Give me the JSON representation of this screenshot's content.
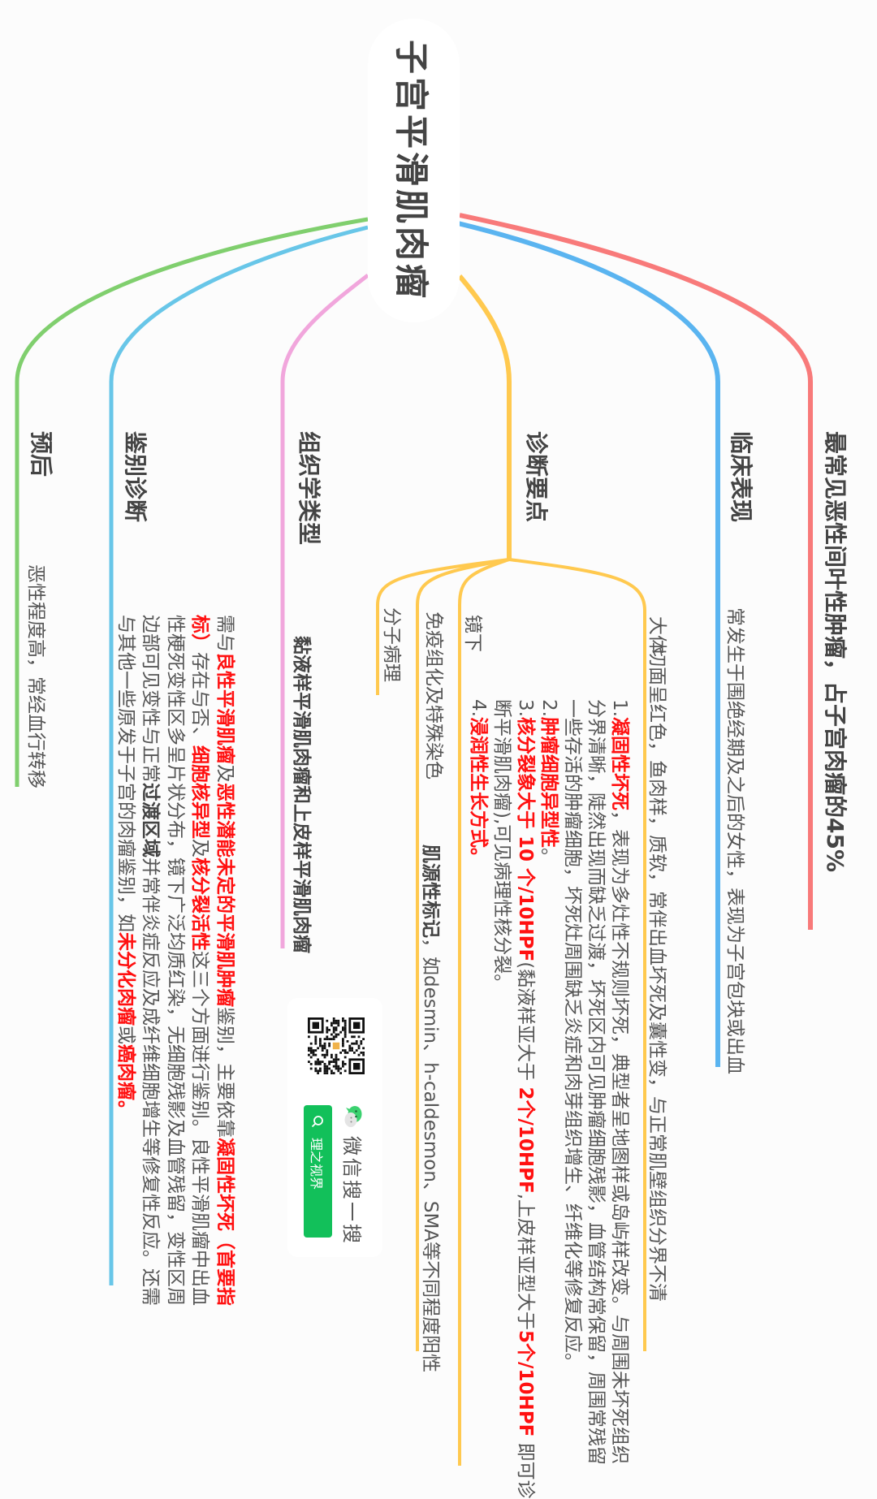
{
  "colors": {
    "red": "#f87a7a",
    "blue": "#5ab4f0",
    "yellow": "#ffc94f",
    "pink": "#f1a6dc",
    "light_blue": "#68c6e8",
    "green": "#80cf6e",
    "highlight": "#ff1010",
    "wechat_green": "#12c05a"
  },
  "root": {
    "title": "子宫平滑肌肉瘤"
  },
  "branches": {
    "incidence": {
      "label": "最常见恶性间叶性肿瘤，占子宫肉瘤的45%"
    },
    "clinical": {
      "label": "临床表现",
      "detail": "常发生于围绝经期及之后的女性，表现为子宫包块或出血"
    },
    "diagnosis": {
      "label": "诊断要点",
      "gross": {
        "label": "大体",
        "detail": "切面呈红色，鱼肉样，质软，常伴出血坏死及囊性变，与正常肌壁组织分界不清"
      },
      "micro": {
        "label": "镜下",
        "lines": [
          [
            {
              "s": "g",
              "t": "1."
            },
            {
              "s": "r",
              "t": "凝固性坏死"
            },
            {
              "s": "g",
              "t": "，表现为多灶性不规则坏死，典型者呈地图样或岛屿样改变。与周围未坏死组织"
            }
          ],
          [
            {
              "s": "g",
              "t": "分界清晰，陡然出现而缺乏过渡，坏死区内可见肿瘤细胞残影，血管结构常保留，周围常残留"
            }
          ],
          [
            {
              "s": "g",
              "t": "一些存活的肿瘤细胞，坏死灶周围缺乏炎症和肉芽组织增生、纤维化等修复反应。"
            }
          ],
          [
            {
              "s": "g",
              "t": "2."
            },
            {
              "s": "r",
              "t": "肿瘤细胞异型性"
            },
            {
              "s": "g",
              "t": "。"
            }
          ],
          [
            {
              "s": "g",
              "t": "3."
            },
            {
              "s": "r",
              "t": "核分裂象大于 10 个/10HPF"
            },
            {
              "s": "g",
              "t": "(黏液样亚大于 "
            },
            {
              "s": "r",
              "t": "2个/10HPF"
            },
            {
              "s": "g",
              "t": ",上皮样亚型大于"
            },
            {
              "s": "r",
              "t": "5个/10HPF"
            },
            {
              "s": "g",
              "t": " 即可诊"
            }
          ],
          [
            {
              "s": "g",
              "t": "断平滑肌肉瘤),可见病理性核分裂。"
            }
          ],
          [
            {
              "s": "g",
              "t": "4."
            },
            {
              "s": "r",
              "t": "浸润性生长方式。"
            }
          ]
        ]
      },
      "ihc": {
        "label": "免疫组化及特殊染色",
        "lines": [
          [
            {
              "s": "b",
              "t": "肌源性标记"
            },
            {
              "s": "g",
              "t": "，如desmin、h-caldesmon、SMA等不同程度阳性"
            }
          ]
        ]
      },
      "molecular": {
        "label": "分子病理"
      }
    },
    "histology": {
      "label": "组织学类型",
      "detail": "黏液样平滑肌肉瘤和上皮样平滑肌肉瘤"
    },
    "differential": {
      "label": "鉴别诊断",
      "lines": [
        [
          {
            "s": "g",
            "t": "需与"
          },
          {
            "s": "r",
            "t": "良性平滑肌瘤"
          },
          {
            "s": "g",
            "t": "及"
          },
          {
            "s": "r",
            "t": "恶性潜能未定的平滑肌肿瘤"
          },
          {
            "s": "g",
            "t": "鉴别，主要依靠"
          },
          {
            "s": "r",
            "t": "凝固性坏死（首要指"
          }
        ],
        [
          {
            "s": "r",
            "t": "标）"
          },
          {
            "s": "g",
            "t": "存在与否、"
          },
          {
            "s": "r",
            "t": "细胞核异型"
          },
          {
            "s": "g",
            "t": "及"
          },
          {
            "s": "r",
            "t": "核分裂活性"
          },
          {
            "s": "g",
            "t": "这三个方面进行鉴别。良性平滑肌瘤中出血"
          }
        ],
        [
          {
            "s": "g",
            "t": "性梗死变性区多呈片状分布，镜下广泛均质红染，无细胞残影及血管残留，变性区周"
          }
        ],
        [
          {
            "s": "g",
            "t": "边部可见变性与正常"
          },
          {
            "s": "b",
            "t": "过渡区域"
          },
          {
            "s": "g",
            "t": "并常伴炎症反应及成纤维细胞增生等修复性反应。还需"
          }
        ],
        [
          {
            "s": "g",
            "t": "与其他一些原发于子宫的肉瘤鉴别，如"
          },
          {
            "s": "r",
            "t": "未分化肉瘤"
          },
          {
            "s": "g",
            "t": "或"
          },
          {
            "s": "r",
            "t": "癌肉瘤。"
          }
        ]
      ]
    },
    "prognosis": {
      "label": "预后",
      "detail": "恶性程度高，常经血行转移"
    }
  },
  "promo": {
    "search_label": "微信搜一搜",
    "button_label": "理之视界",
    "icons": [
      "qr-code",
      "wechat-logo-icon",
      "search-icon"
    ]
  }
}
